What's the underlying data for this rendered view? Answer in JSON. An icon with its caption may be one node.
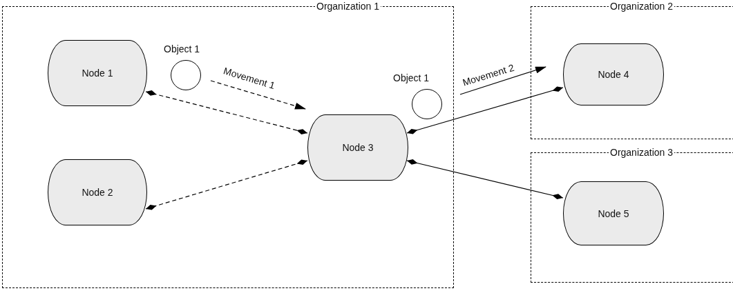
{
  "diagram": {
    "nodes": [
      {
        "text": [
          "Organization 1"
        ]
      },
      {
        "text": [
          "Node 1"
        ],
        "in": 0
      },
      {
        "text": [
          "Node 2"
        ],
        "in": 0
      },
      {
        "text": [
          "Node 3"
        ],
        "in": 0
      },
      {
        "text": [
          "Object 1"
        ],
        "in": 0
      },
      {
        "text": [
          "Object 1"
        ],
        "in": 0
      },
      {
        "text": [
          "Organization 2"
        ]
      },
      {
        "text": [
          "Node 4"
        ],
        "in": 6
      },
      {
        "text": [
          "Organization 3"
        ]
      },
      {
        "text": [
          "Node 5"
        ],
        "in": 8
      }
    ],
    "edges": [
      {
        "from": 1,
        "to": 3,
        "arrow": "other",
        "style": "dashed"
      },
      {
        "from": 2,
        "to": 3,
        "arrow": "other",
        "style": "dashed"
      },
      {
        "from": 3,
        "to": 7,
        "arrow": "other"
      },
      {
        "from": 3,
        "to": 9,
        "arrow": "other"
      }
    ],
    "labels": [
      "Movement 1",
      "Movement 2"
    ]
  }
}
